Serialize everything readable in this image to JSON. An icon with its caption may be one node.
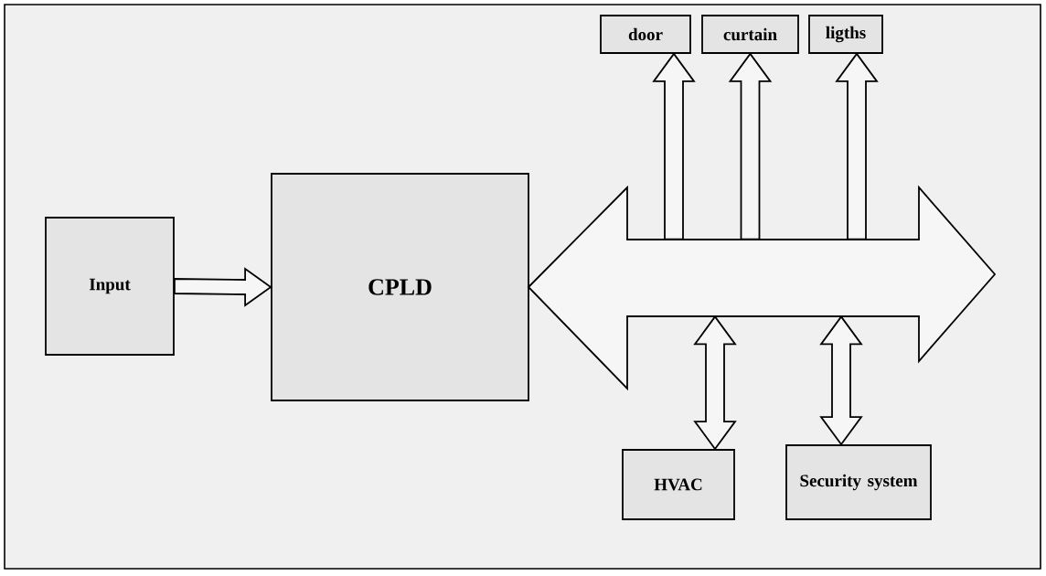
{
  "diagram": {
    "nodes": [
      {
        "text": [
          "Input"
        ]
      },
      {
        "text": [
          "CPLD"
        ]
      },
      {
        "text": [],
        "shape": "arrow"
      },
      {
        "text": [
          "door"
        ]
      },
      {
        "text": [
          "curtain"
        ]
      },
      {
        "text": [
          "ligths"
        ]
      },
      {
        "text": [
          "HVAC"
        ]
      },
      {
        "text": [
          "Security system"
        ]
      }
    ],
    "edges": [
      {
        "from": 0,
        "to": 1,
        "arrow": "to"
      },
      {
        "from": 2,
        "to": 3,
        "arrow": "to"
      },
      {
        "from": 2,
        "to": 4,
        "arrow": "to"
      },
      {
        "from": 2,
        "to": 5,
        "arrow": "to"
      },
      {
        "from": 2,
        "to": 6,
        "arrow": "both"
      },
      {
        "from": 2,
        "to": 7,
        "arrow": "both"
      }
    ]
  }
}
